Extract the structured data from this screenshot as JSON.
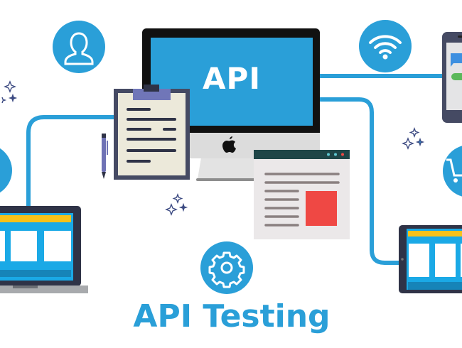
{
  "illustration": {
    "title": "API Testing",
    "screen_label": "API",
    "icons": [
      "user-icon",
      "wifi-icon",
      "gear-icon",
      "cart-icon",
      "apple-logo-icon",
      "sparkle-icon"
    ],
    "devices": [
      "desktop-monitor",
      "clipboard",
      "pen",
      "browser-window",
      "laptop",
      "tablet",
      "smartphone"
    ],
    "colors": {
      "accent_blue": "#2a9fd8",
      "dark_frame": "#454a63",
      "clipboard_paper": "#ece9da",
      "browser_header": "#1e4547",
      "browser_red_block": "#ef4844",
      "device_yellow_bar": "#f7c11a",
      "device_screen_cyan": "#1aa9e6"
    }
  }
}
